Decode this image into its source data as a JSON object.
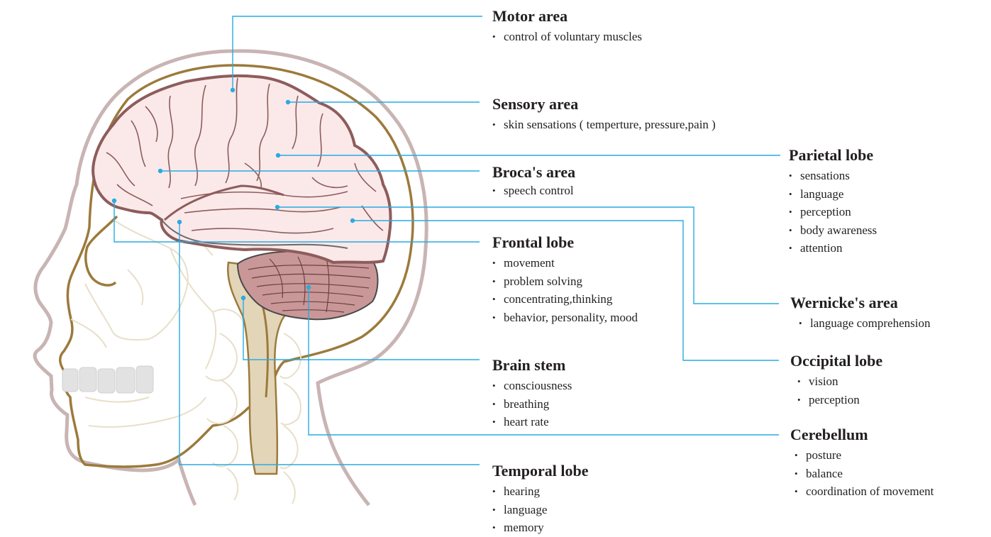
{
  "labels": {
    "motor_area": {
      "title": "Motor area",
      "items": [
        "control of voluntary muscles"
      ]
    },
    "sensory_area": {
      "title": "Sensory area",
      "items": [
        "skin sensations ( temperture, pressure,pain )"
      ]
    },
    "brocas_area": {
      "title": "Broca's area",
      "items": [
        "speech control"
      ]
    },
    "frontal_lobe": {
      "title": "Frontal lobe",
      "items": [
        "movement",
        "problem solving",
        "concentrating,thinking",
        "behavior, personality, mood"
      ]
    },
    "brain_stem": {
      "title": "Brain stem",
      "items": [
        "consciousness",
        "breathing",
        "heart rate"
      ]
    },
    "temporal_lobe": {
      "title": "Temporal lobe",
      "items": [
        "hearing",
        "language",
        "memory"
      ]
    },
    "parietal_lobe": {
      "title": "Parietal lobe",
      "items": [
        "sensations",
        "language",
        "perception",
        "body awareness",
        "attention"
      ]
    },
    "wernickes_area": {
      "title": "Wernicke's area",
      "items": [
        "language comprehension"
      ]
    },
    "occipital_lobe": {
      "title": "Occipital lobe",
      "items": [
        "vision",
        "perception"
      ]
    },
    "cerebellum": {
      "title": "Cerebellum",
      "items": [
        "posture",
        "balance",
        "coordination of movement"
      ]
    }
  },
  "colors": {
    "leader_line": "#29abe2",
    "head_outline": "#c9b4b4",
    "skull_outline": "#9c7a3c",
    "brain_fill": "#fbe9e9",
    "brain_outline": "#8e5c5c",
    "cerebellum_fill": "#c99797",
    "brain_stem_fill": "#e3d5b8",
    "bone_outline": "#e8dfc9",
    "teeth_fill": "#e2e2e2"
  }
}
